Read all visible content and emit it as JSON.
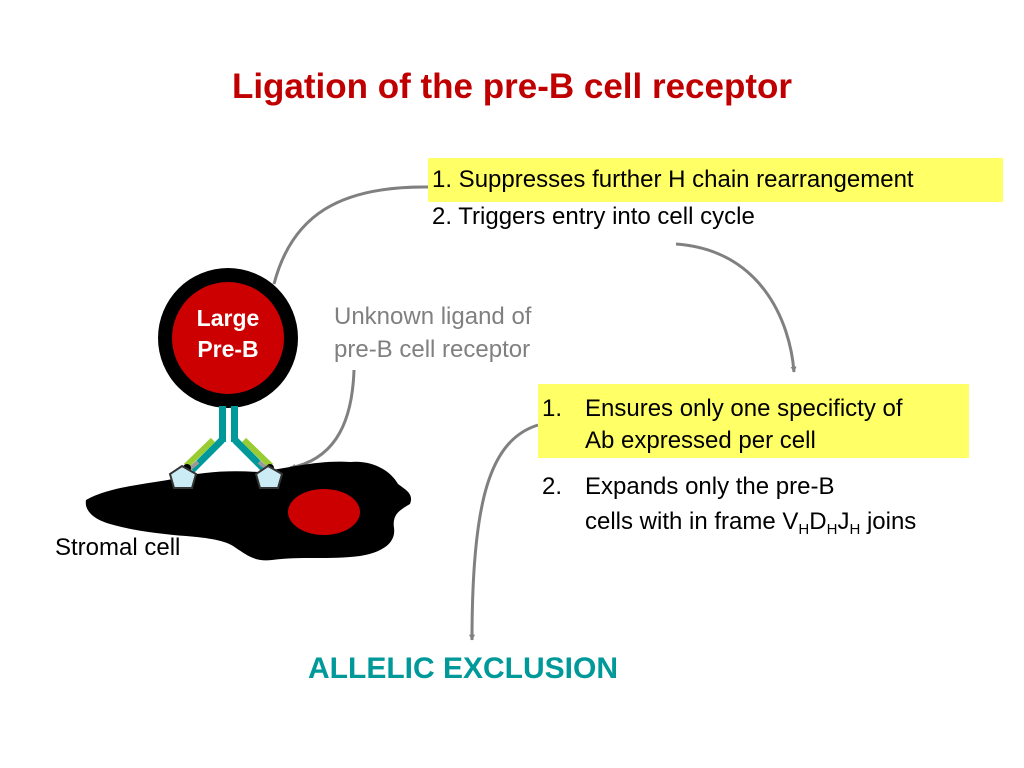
{
  "title": "Ligation of the pre-B cell receptor",
  "effects": {
    "item1": "1. Suppresses further H chain rearrangement",
    "item2": "2. Triggers entry into cell cycle"
  },
  "cell": {
    "line1": "Large",
    "line2": "Pre-B"
  },
  "ligand": {
    "line1": "Unknown ligand of",
    "line2": "pre-B cell receptor"
  },
  "stromal_label": "Stromal cell",
  "outcomes": {
    "item1_num": "1.",
    "item1_line1": "Ensures only one specificty of",
    "item1_line2": "Ab expressed per cell",
    "item2_num": "2.",
    "item2_line1": "Expands only the pre-B",
    "item2_line2_prefix": "cells with in frame V",
    "sub_h": "H",
    "letter_d": "D",
    "letter_j": "J",
    "item2_line2_suffix": " joins"
  },
  "conclusion": "ALLELIC EXCLUSION",
  "colors": {
    "title": "#c00000",
    "highlight": "#ffff66",
    "conclusion": "#009999",
    "cell_fill": "#cc0000",
    "receptor": "#009999",
    "light_chain": "#99cc33",
    "ligand_fill": "#ccecf5",
    "arrow": "#808080"
  }
}
